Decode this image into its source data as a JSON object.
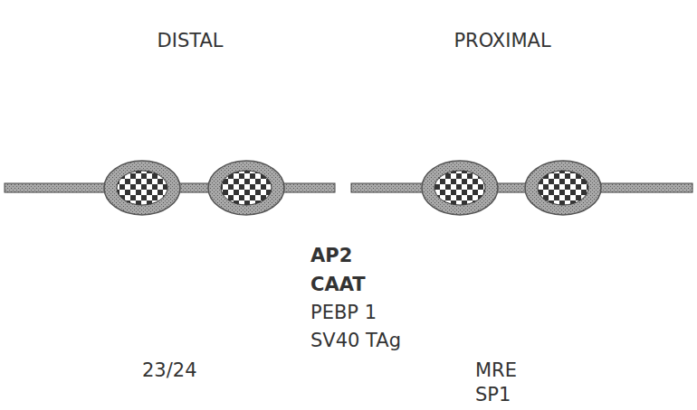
{
  "diagram": {
    "labels": [
      "DISTAL",
      "PROXIMAL",
      "AP2",
      "CAAT",
      "PEBP 1",
      "SV40 TAg",
      "23/24",
      "MRE",
      "SP1"
    ]
  }
}
